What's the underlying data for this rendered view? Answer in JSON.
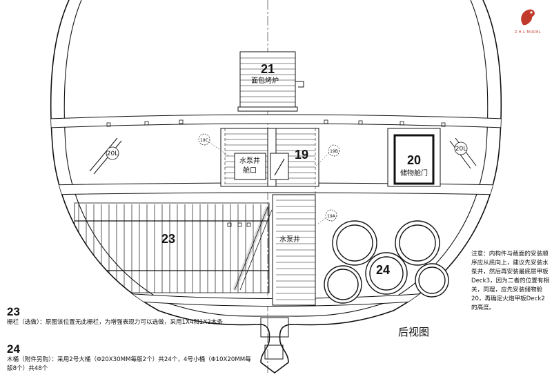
{
  "labels": {
    "bread_oven": "面包烤炉",
    "pump_well_hatch_line1": "水泵井",
    "pump_well_hatch_line2": "舱口",
    "storage_hatch_line1": "储物舱门",
    "pump_well": "水泵井",
    "view_title": "后视图"
  },
  "part_numbers": {
    "p19": "19",
    "p20": "20",
    "p21": "21",
    "p23": "23",
    "p24": "24"
  },
  "callouts": {
    "left_post": "20L",
    "right_post": "20L",
    "small_a": "19C",
    "small_b": "19B",
    "small_c": "19A"
  },
  "notes": {
    "right_note": "注意：内构件与截面的安装顺序应从底向上，建议先安装水泵井，然后再安装最底层甲板Deck3，因为二者的位置有相关，同理，应先安装储物舱20，再确定火炮甲板Deck2的高度。",
    "part23_number": "23",
    "part23_text": "栅栏（选做）：原图该位置无此栅栏，为增强表现力可以选做，采用1X4和1X2木条",
    "part24_number": "24",
    "part24_text": "木桶（附件另购）：采用2号大桶（Φ20X30MM每版2个）共24个，4号小桶（Φ10X20MM每版8个）共48个"
  },
  "logo": {
    "text": "Z.H.L MODEL"
  }
}
